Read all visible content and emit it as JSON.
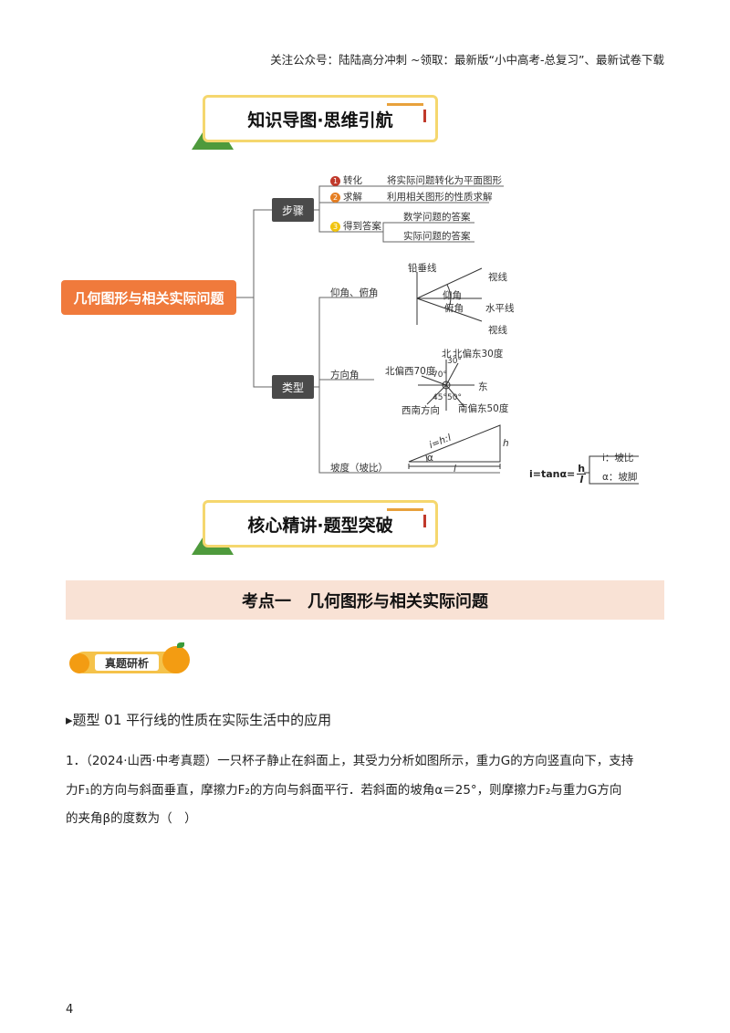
{
  "header": {
    "note": "关注公众号：陆陆高分冲刺 ~领取：最新版“小中高考-总复习”、最新试卷下载"
  },
  "banners": {
    "mindmap_title": "知识导图·思维引航",
    "core_title": "核心精讲·题型突破"
  },
  "mindmap": {
    "root": "几何图形与相关实际问题",
    "steps_node": "步骤",
    "types_node": "类型",
    "steps": [
      {
        "num": "1",
        "label": "转化",
        "desc": "将实际问题转化为平面图形",
        "color": "#c0392b"
      },
      {
        "num": "2",
        "label": "求解",
        "desc": "利用相关图形的性质求解",
        "color": "#e67e22"
      },
      {
        "num": "3",
        "label": "得到答案",
        "desc": "",
        "color": "#f1c40f"
      }
    ],
    "answer_subs": [
      "数学问题的答案",
      "实际问题的答案"
    ],
    "types": [
      "仰角、俯角",
      "方向角",
      "坡度（坡比）"
    ],
    "elevation": {
      "vertical": "铅垂线",
      "sight_top": "视线",
      "elev": "仰角",
      "depr": "俯角",
      "horizontal": "水平线",
      "sight_bottom": "视线"
    },
    "direction": {
      "north": "北",
      "ne": "北偏东30度",
      "nw": "北偏西70度",
      "east": "东",
      "a30": "30°",
      "a70": "70°",
      "a45": "45°",
      "a50": "50°",
      "sw": "西南方向",
      "se": "南偏东50度"
    },
    "slope": {
      "ratio": "i=h:l",
      "h": "h",
      "l": "l",
      "alpha": "α",
      "formula_left": "i=tanα=",
      "formula_num": "h",
      "formula_den": "l",
      "def_i": "i：坡比",
      "def_a": "α：坡脚"
    }
  },
  "section": {
    "kaodian": "考点一　几何图形与相关实际问题",
    "zhenti": "真题研析",
    "topic": "▸题型 01  平行线的性质在实际生活中的应用"
  },
  "question": {
    "line1": "1．（2024·山西·中考真题）一只杯子静止在斜面上，其受力分析如图所示，重力G的方向竖直向下，支持",
    "line2": "力F₁的方向与斜面垂直，摩擦力F₂的方向与斜面平行．若斜面的坡角α＝25°，则摩擦力F₂与重力G方向",
    "line3": "的夹角β的度数为（　）"
  },
  "page_number": "4"
}
